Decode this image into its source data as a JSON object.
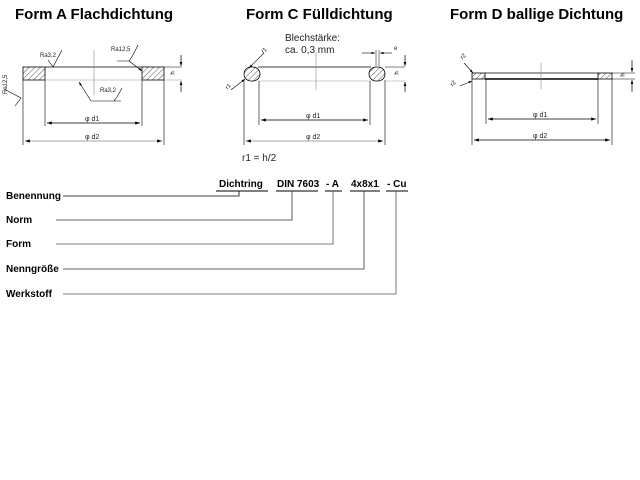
{
  "titles": {
    "form_a": "Form A Flachdichtung",
    "form_c": "Form C Fülldichtung",
    "form_d": "Form D ballige Dichtung"
  },
  "form_a": {
    "roughness_top_left": "Ra3,2",
    "roughness_top_right": "Ra12,5",
    "roughness_inner": "Ra3,2",
    "roughness_outer": "Ra12,5",
    "dim_d1": "φ d1",
    "dim_d2": "φ d2",
    "dim_h": "h"
  },
  "form_c": {
    "sheet_thickness_label": "Blechstärke:",
    "sheet_thickness_value": "ca. 0,3 mm",
    "radius_top": "r1",
    "radius_bottom": "r1",
    "dim_e": "e",
    "dim_h": "h",
    "dim_d1": "φ d1",
    "dim_d2": "φ d2",
    "formula": "r1 = h/2"
  },
  "form_d": {
    "radius_top": "r2",
    "radius_bottom": "r2",
    "dim_h": "h",
    "dim_d1": "φ d1",
    "dim_d2": "φ d2"
  },
  "designation": {
    "parts": [
      "Dichtring",
      "DIN 7603",
      "- A",
      "4x8x1",
      "- Cu"
    ],
    "labels": [
      "Benennung",
      "Norm",
      "Form",
      "Nenngröße",
      "Werkstoff"
    ]
  },
  "colors": {
    "line": "#000000",
    "thin_line": "#888888",
    "hatch": "#555555"
  }
}
